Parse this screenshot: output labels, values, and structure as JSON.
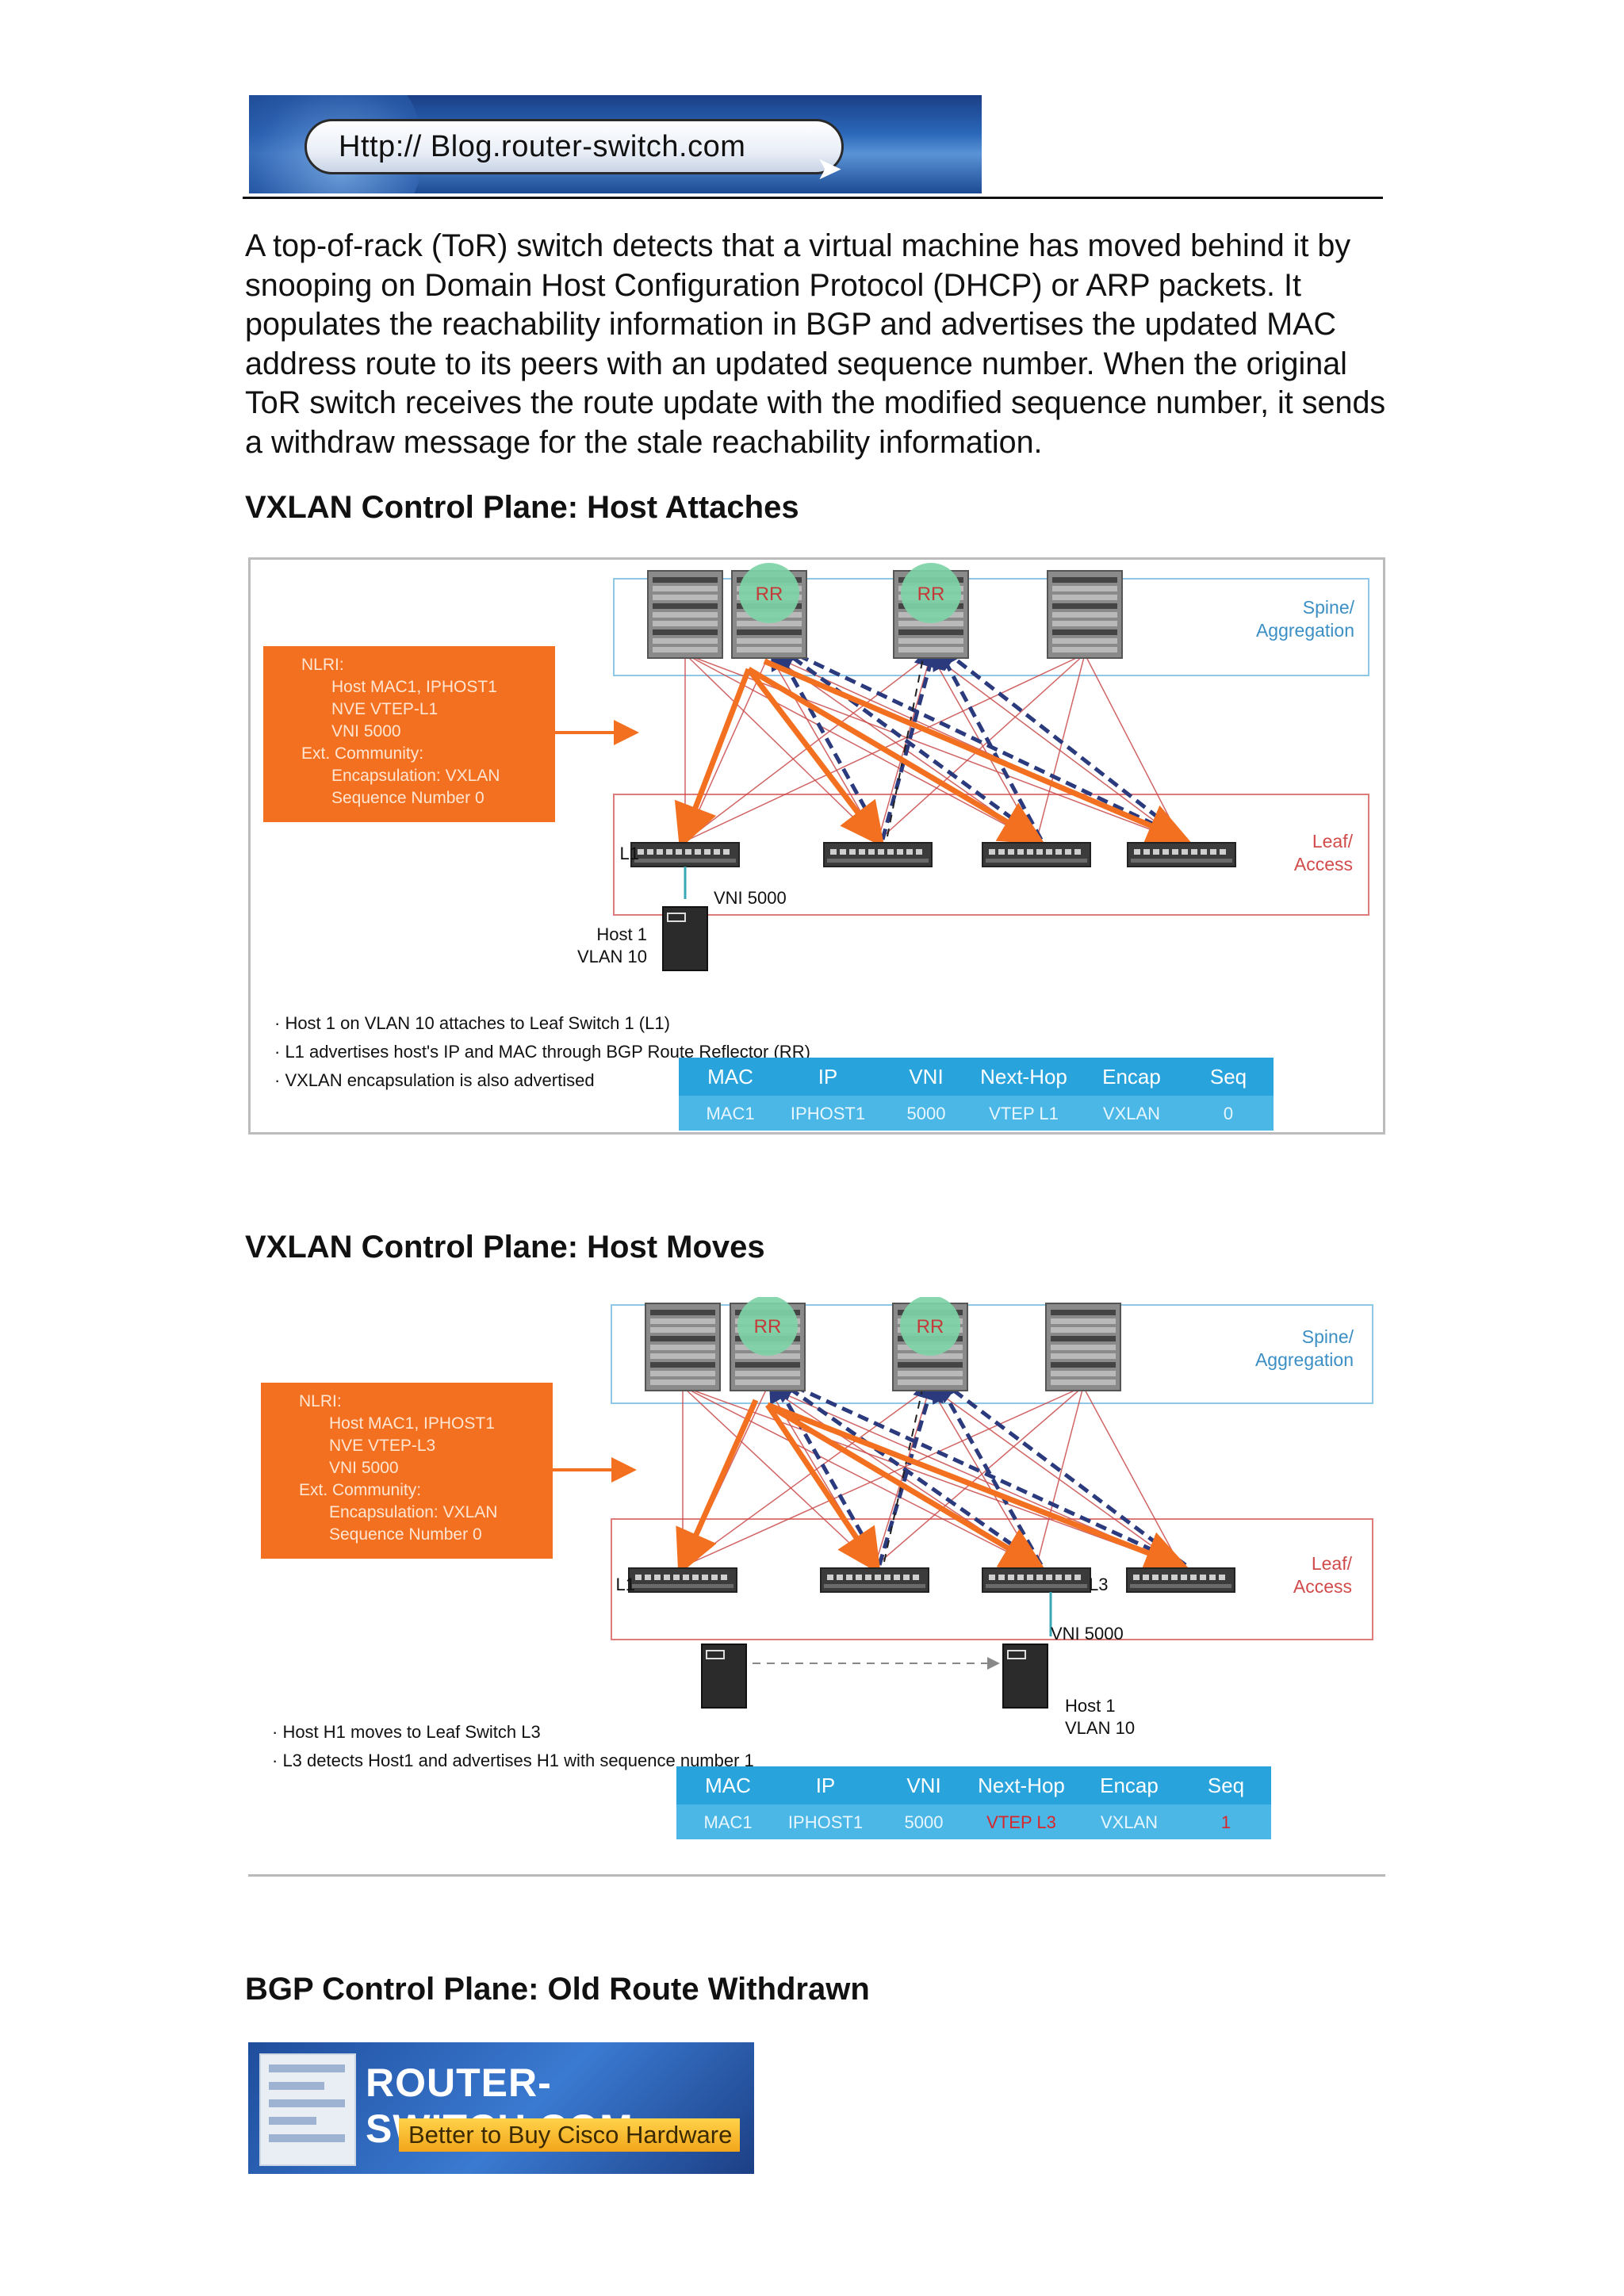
{
  "header": {
    "banner_text": "Http:// Blog.router-switch.com"
  },
  "intro": "A top-of-rack (ToR) switch detects that a virtual machine has moved behind it by snooping on Domain Host Configuration Protocol (DHCP) or ARP packets. It populates the reachability information in BGP and advertises the updated MAC address route to its peers with an updated sequence number. When the original ToR switch receives the route update with the modified sequence number, it sends a withdraw message for the stale reachability information.",
  "sections": [
    {
      "heading": "VXLAN Control Plane: Host Attaches"
    },
    {
      "heading": "VXLAN Control Plane: Host Moves"
    },
    {
      "heading": "BGP Control Plane: Old Route Withdrawn"
    }
  ],
  "diagram1": {
    "spine_label": [
      "Spine/",
      "Aggregation"
    ],
    "leaf_label": [
      "Leaf/",
      "Access"
    ],
    "rr_label": "RR",
    "leaf_name": "L1",
    "vni_label": "VNI 5000",
    "host_label": [
      "Host 1",
      "VLAN 10"
    ],
    "nlri": [
      "NLRI:",
      "Host MAC1, IPHOST1",
      "NVE VTEP-L1",
      "VNI 5000",
      "Ext. Community:",
      "Encapsulation: VXLAN",
      "Sequence Number 0"
    ],
    "bullets": [
      "Host 1 on VLAN 10 attaches to Leaf Switch 1 (L1)",
      "L1 advertises host's IP and MAC through BGP Route Reflector (RR)",
      "VXLAN encapsulation is also advertised"
    ],
    "table": {
      "headers": [
        "MAC",
        "IP",
        "VNI",
        "Next-Hop",
        "Encap",
        "Seq"
      ],
      "row": [
        "MAC1",
        "IPHOST1",
        "5000",
        "VTEP L1",
        "VXLAN",
        "0"
      ]
    }
  },
  "diagram2": {
    "spine_label": [
      "Spine/",
      "Aggregation"
    ],
    "leaf_label": [
      "Leaf/",
      "Access"
    ],
    "rr_label": "RR",
    "leaf_names": [
      "L1",
      "L3"
    ],
    "vni_label": "VNI 5000",
    "host_label": [
      "Host 1",
      "VLAN 10"
    ],
    "nlri": [
      "NLRI:",
      "Host MAC1, IPHOST1",
      "NVE VTEP-L3",
      "VNI 5000",
      "Ext. Community:",
      "Encapsulation: VXLAN",
      "Sequence Number 0"
    ],
    "bullets": [
      "Host H1 moves to Leaf Switch L3",
      "L3 detects Host1 and advertises H1 with sequence number 1"
    ],
    "table": {
      "headers": [
        "MAC",
        "IP",
        "VNI",
        "Next-Hop",
        "Encap",
        "Seq"
      ],
      "row": [
        "MAC1",
        "IPHOST1",
        "5000",
        "VTEP L3",
        "VXLAN",
        "1"
      ]
    }
  },
  "ad": {
    "brand": "ROUTER-SWITCH.COM",
    "tagline": "Better to Buy Cisco Hardware"
  },
  "colors": {
    "orange": "#f37021",
    "navy": "#2a3a7c",
    "rr_green": "#7ed3a6",
    "table_blue": "#29a3dc",
    "table_row": "#4ab7e6",
    "red_line": "#c94a4a",
    "highlight_red": "#d9262b"
  }
}
